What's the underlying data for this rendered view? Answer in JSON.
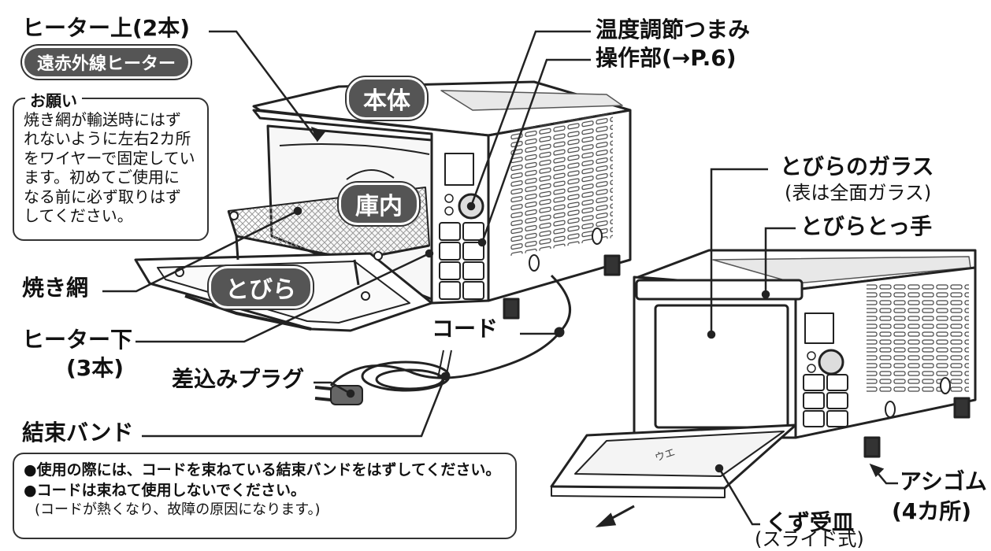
{
  "colors": {
    "pill_bg": "#555555",
    "line": "#222222",
    "mesh": "#c9c9c9"
  },
  "labels": {
    "heater_top": "ヒーター上(2本)",
    "far_infrared": "遠赤外線ヒーター",
    "body": "本体",
    "oven_interior": "庫内",
    "door": "とびら",
    "temp_knob": "温度調節つまみ",
    "control_panel": "操作部(→P.6)",
    "grill_rack": "焼き網",
    "heater_bottom_line1": "ヒーター下",
    "heater_bottom_line2": "(3本)",
    "cord": "コード",
    "plug": "差込みプラグ",
    "binding_band": "結束バンド",
    "door_glass": "とびらのガラス",
    "door_glass_note": "(表は全面ガラス)",
    "door_handle": "とびらとっ手",
    "feet": "アシゴム",
    "feet_count": "(4カ所)",
    "crumb_tray": "くず受皿",
    "crumb_tray_note": "(スライド式)",
    "tray_mark": "ウエ"
  },
  "request_note": {
    "title": "お願い",
    "body": "焼き網が輸送時にはず\nれないように左右2カ所\nをワイヤーで固定してい\nます。初めてご使用に\nなる前に必ず取りはず\nしてください。"
  },
  "warning": {
    "line1": "●使用の際には、コードを束ねている結束バンドをはずしてください。",
    "line2": "●コードは束ねて使用しないでください。",
    "line3": "(コードが熱くなり、故障の原因になります。)"
  }
}
